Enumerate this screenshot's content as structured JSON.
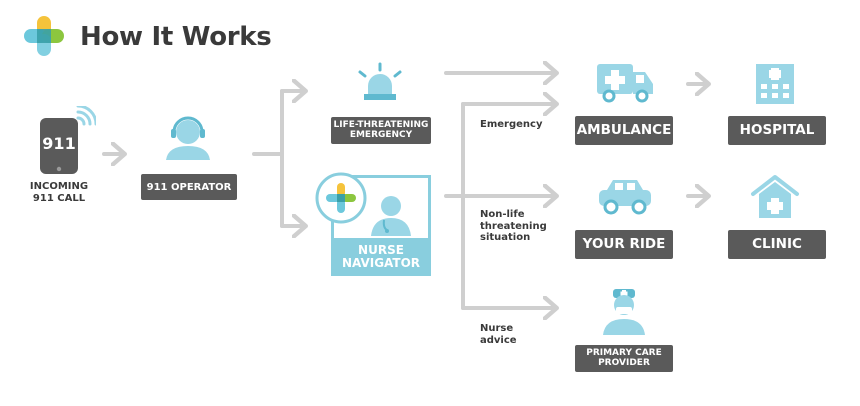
{
  "title": "How It Works",
  "colors": {
    "arrow": "#cfcfcf",
    "box": "#5a5a5a",
    "icon_blue": "#9ad6e6",
    "text_dark": "#3a3a3a",
    "logo_yellow": "#f5c33b",
    "logo_blue": "#6cc8dc",
    "logo_green": "#8cc63f"
  },
  "icons": [
    "plus-logo-icon",
    "phone-icon",
    "operator-headset-icon",
    "siren-icon",
    "nurse-icon",
    "ambulance-icon",
    "car-icon",
    "hospital-icon",
    "clinic-icon",
    "doctor-icon"
  ],
  "phone": {
    "screen_text": "911",
    "caption_line1": "INCOMING",
    "caption_line2": "911 CALL"
  },
  "operator": {
    "label": "911 OPERATOR"
  },
  "emergency": {
    "line1": "LIFE-THREATENING",
    "line2": "EMERGENCY"
  },
  "nurse": {
    "line1": "NURSE",
    "line2": "NAVIGATOR"
  },
  "branches": {
    "emergency": "Emergency",
    "non_life_line1": "Non-life",
    "non_life_line2": "threatening",
    "non_life_line3": "situation",
    "advice_line1": "Nurse",
    "advice_line2": "advice"
  },
  "destinations": {
    "ambulance": "AMBULANCE",
    "hospital": "HOSPITAL",
    "ride": "YOUR RIDE",
    "clinic": "CLINIC",
    "primary_line1": "PRIMARY CARE",
    "primary_line2": "PROVIDER"
  }
}
